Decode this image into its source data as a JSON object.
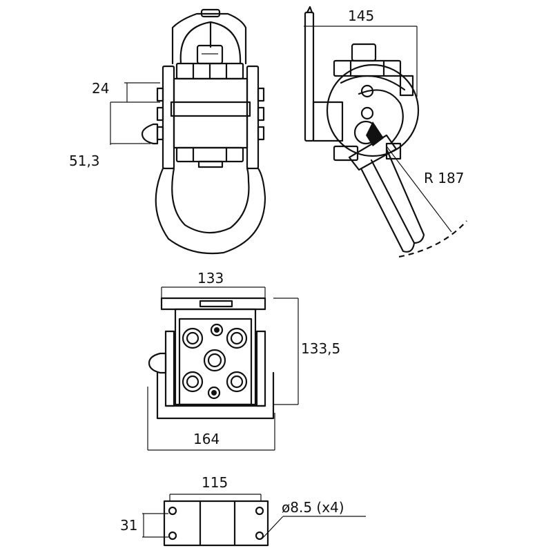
{
  "dimensions": {
    "d24": "24",
    "d51": "51,3",
    "d145": "145",
    "r187": "R  187",
    "d133": "133",
    "d1335": "133,5",
    "d164": "164",
    "d115": "115",
    "d31": "31",
    "hole": "ø8.5  (x4)"
  },
  "colors": {
    "line": "#111111",
    "background": "#ffffff"
  }
}
